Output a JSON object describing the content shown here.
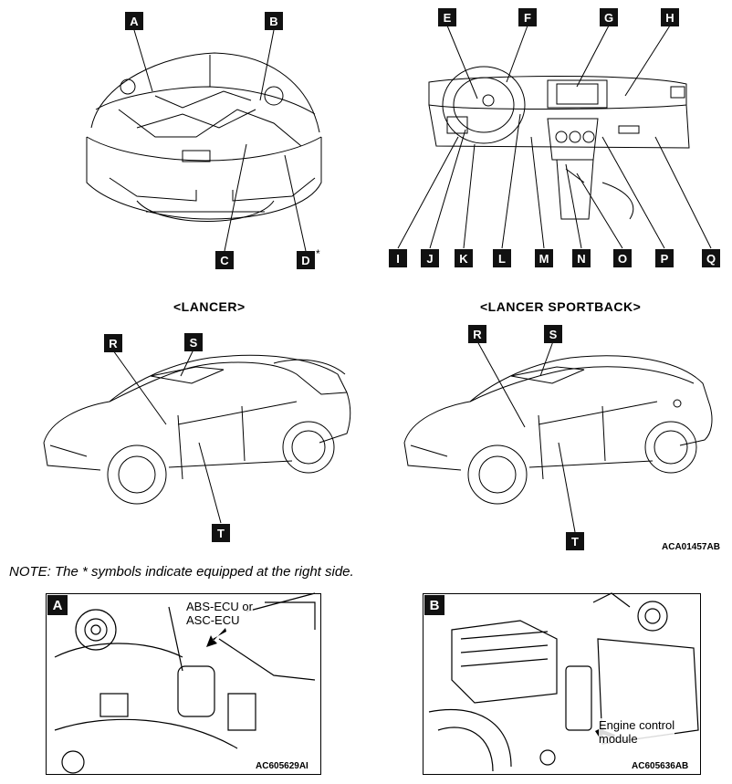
{
  "callouts": {
    "engine": [
      "A",
      "B",
      "C",
      "D"
    ],
    "engine_star": "*",
    "dash": [
      "E",
      "F",
      "G",
      "H",
      "I",
      "J",
      "K",
      "L",
      "M",
      "N",
      "O",
      "P",
      "Q"
    ],
    "lancer": [
      "R",
      "S",
      "T"
    ],
    "sportback": [
      "R",
      "S",
      "T"
    ]
  },
  "captions": {
    "lancer": "<LANCER>",
    "sportback": "<LANCER SPORTBACK>",
    "figure_code": "ACA01457AB"
  },
  "note": "NOTE: The * symbols indicate equipped at the right side.",
  "detail_a": {
    "label": "A",
    "annotation_line1": "ABS-ECU or",
    "annotation_line2": "ASC-ECU",
    "code": "AC605629AI"
  },
  "detail_b": {
    "label": "B",
    "annotation_line1": "Engine control",
    "annotation_line2": "module",
    "code": "AC605636AB"
  }
}
